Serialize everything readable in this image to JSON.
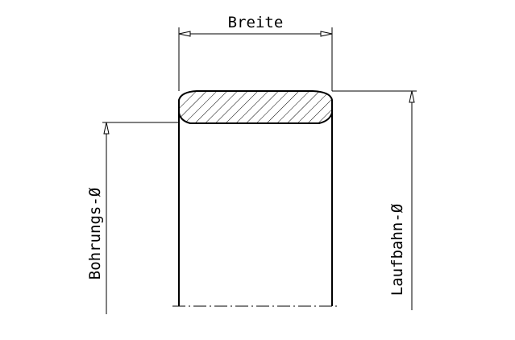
{
  "labels": {
    "width": "Breite",
    "bore": "Bohrungs-Ø",
    "raceway": "Laufbahn-Ø"
  }
}
